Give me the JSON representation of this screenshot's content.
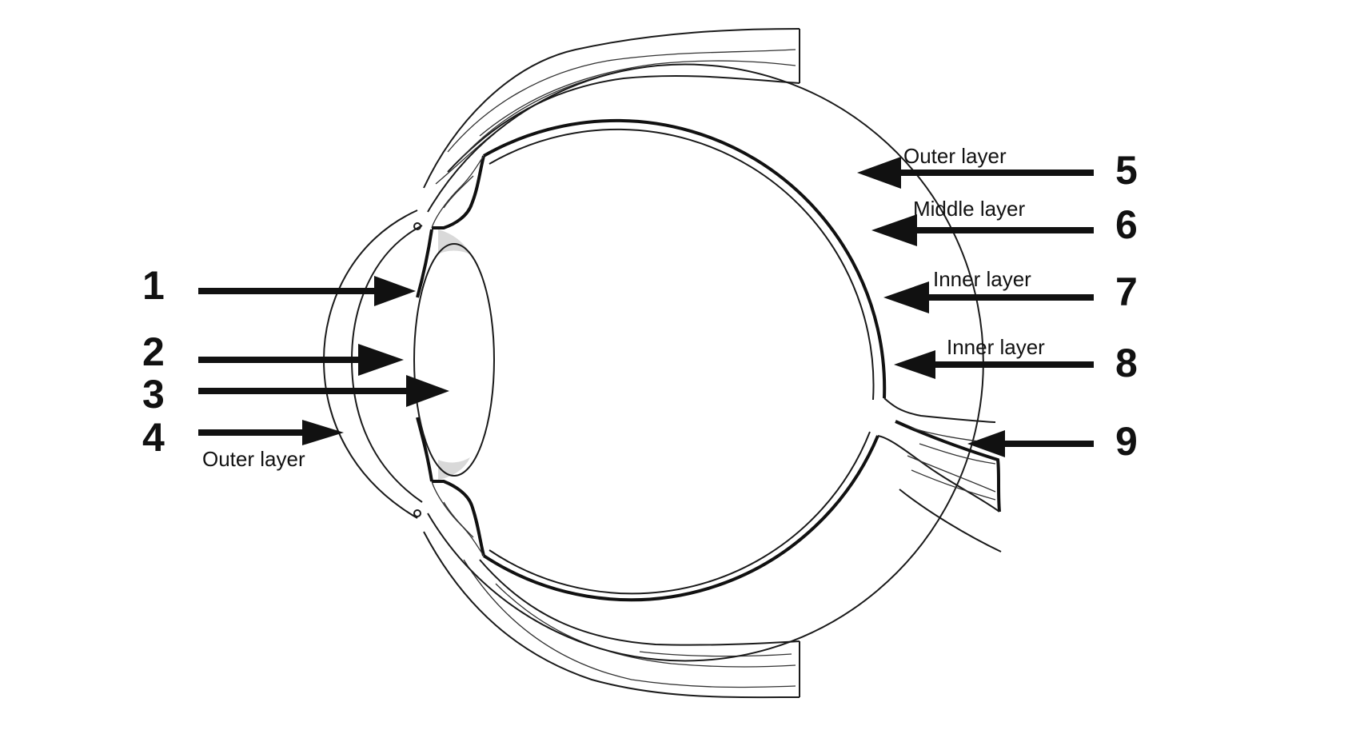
{
  "callouts": [
    {
      "number": "1",
      "label": ""
    },
    {
      "number": "2",
      "label": ""
    },
    {
      "number": "3",
      "label": ""
    },
    {
      "number": "4",
      "label": "Outer layer"
    },
    {
      "number": "5",
      "label": "Outer layer"
    },
    {
      "number": "6",
      "label": "Middle layer"
    },
    {
      "number": "7",
      "label": "Inner layer"
    },
    {
      "number": "8",
      "label": "Inner layer"
    },
    {
      "number": "9",
      "label": ""
    }
  ],
  "colors": {
    "line": "#111111",
    "lens_shading": "#d9d9d9",
    "background": "#ffffff"
  }
}
